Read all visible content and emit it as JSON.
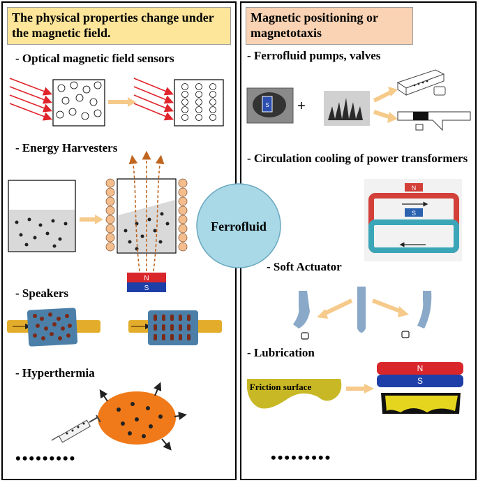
{
  "left": {
    "header": "The physical properties  change under the magnetic field.",
    "sections": [
      "- Optical magnetic field sensors",
      "- Energy Harvesters",
      "- Speakers",
      "- Hyperthermia"
    ],
    "more": "•••••••••"
  },
  "right": {
    "header": "Magnetic positioning or magnetotaxis",
    "sections": [
      "- Ferrofluid pumps, valves",
      "- Circulation cooling of power transformers",
      "- Soft Actuator",
      "- Lubrication"
    ],
    "more": "•••••••••"
  },
  "center": {
    "label": "Ferrofluid"
  },
  "magnets": {
    "north": "N",
    "south": "S"
  },
  "lubrication": {
    "friction_label": "Friction surface"
  },
  "colors": {
    "left_header_bg": "#fde59a",
    "right_header_bg": "#f9d3b4",
    "center_circle": "#a9d8e6",
    "arrow_light": "#f6ca8a",
    "red_arrow": "#e0242b",
    "magnet_north": "#d9262b",
    "magnet_south": "#1f3fa8",
    "dashed_arrow": "#c0651e",
    "coil": "#f4bd8e",
    "speaker_gold": "#e3ad2b",
    "speaker_blue": "#4b7fa8",
    "hyperthermia": "#f07a1a",
    "actuator": "#8aa8c8",
    "friction_surface": "#c8b826"
  },
  "icons": [
    "syringe-icon",
    "magnet-icon",
    "ferrofluid-spikes-icon"
  ]
}
